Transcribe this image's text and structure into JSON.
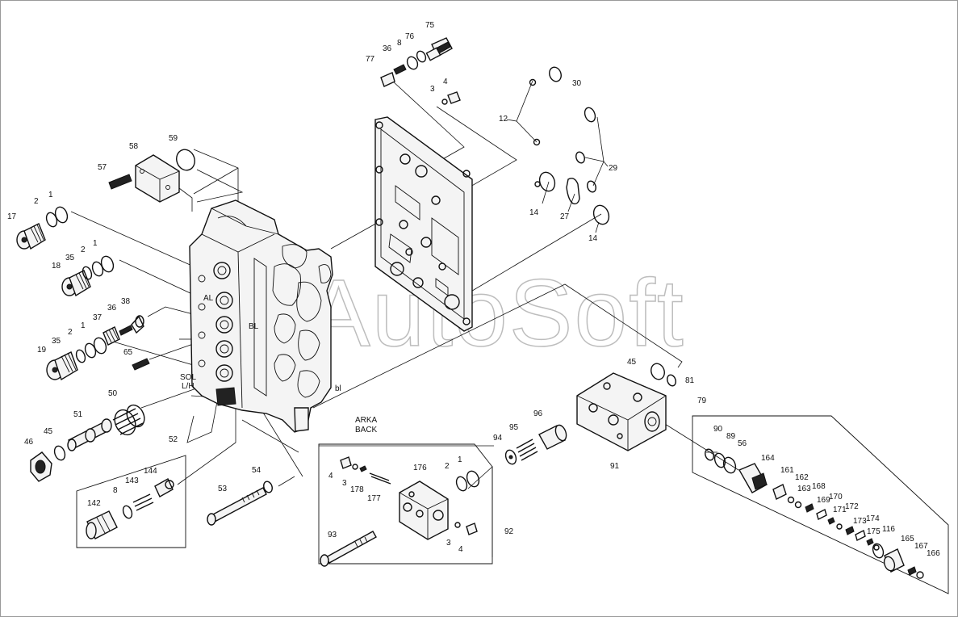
{
  "watermark": "AutoSoft",
  "labels": {
    "al": "AL",
    "bl_upper": "BL",
    "bl_lower": "bl",
    "sol": "SOL",
    "lh": "L/H",
    "arka": "ARKA",
    "back": "BACK"
  },
  "callouts": {
    "c75": "75",
    "c76": "76",
    "c8a": "8",
    "c36a": "36",
    "c77": "77",
    "c3a": "3",
    "c4a": "4",
    "c30": "30",
    "c12": "12",
    "c29": "29",
    "c14a": "14",
    "c27": "27",
    "c14b": "14",
    "c59": "59",
    "c58": "58",
    "c57": "57",
    "c2a": "2",
    "c1a": "1",
    "c17": "17",
    "c35a": "35",
    "c2b": "2",
    "c1b": "1",
    "c18": "18",
    "c38": "38",
    "c37": "37",
    "c36b": "36",
    "c35b": "35",
    "c2c": "2",
    "c1c": "1",
    "c19": "19",
    "c65": "65",
    "c50": "50",
    "c51": "51",
    "c45a": "45",
    "c46": "46",
    "c52": "52",
    "c144": "144",
    "c143": "143",
    "c8b": "8",
    "c142": "142",
    "c54": "54",
    "c53": "53",
    "c176": "176",
    "c4b": "4",
    "c3b": "3",
    "c178": "178",
    "c177": "177",
    "c2d": "2",
    "c1d": "1",
    "c3c": "3",
    "c4c": "4",
    "c92": "92",
    "c93": "93",
    "c94": "94",
    "c95": "95",
    "c96": "96",
    "c45b": "45",
    "c81": "81",
    "c91": "91",
    "c79": "79",
    "c90": "90",
    "c89": "89",
    "c56": "56",
    "c164": "164",
    "c161": "161",
    "c162": "162",
    "c163": "163",
    "c168": "168",
    "c169": "169",
    "c170": "170",
    "c171": "171",
    "c172": "172",
    "c173": "173",
    "c174": "174",
    "c175": "175",
    "c116": "116",
    "c165": "165",
    "c167": "167",
    "c166": "166"
  }
}
